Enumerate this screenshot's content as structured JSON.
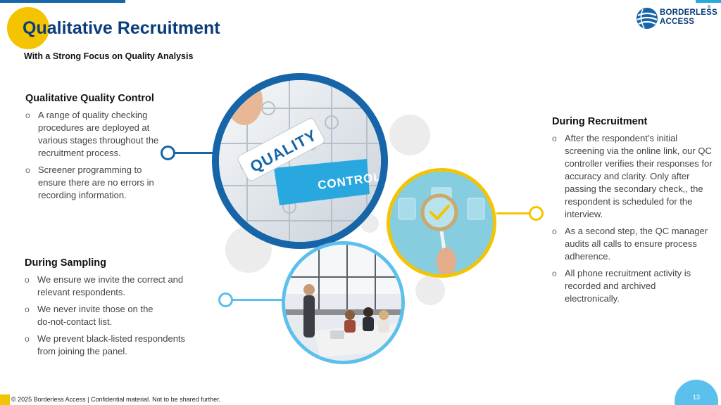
{
  "header": {
    "title": "Qualitative Recruitment",
    "subtitle": "With a Strong Focus on Quality Analysis"
  },
  "logo": {
    "line1": "BORDERLESS",
    "line2": "ACCESS",
    "mark": "®"
  },
  "images": {
    "puzzle_word1": "QUALITY",
    "puzzle_word2": "CONTROL"
  },
  "quality_control": {
    "heading": "Qualitative Quality Control",
    "items": [
      "A range of quality checking procedures are deployed at various stages throughout the recruitment process.",
      "Screener programming to ensure there are no errors in recording information."
    ]
  },
  "during_sampling": {
    "heading": "During Sampling",
    "items": [
      "We ensure we invite the correct and relevant respondents.",
      "We never invite those on the do-not-contact list.",
      "We prevent black-listed respondents from joining the panel."
    ]
  },
  "during_recruitment": {
    "heading": "During Recruitment",
    "items": [
      "After the respondent’s initial screening via the online link, our QC controller verifies their responses for accuracy and clarity. Only after passing the secondary check,, the respondent is scheduled for the interview.",
      "As a second step, the QC manager audits all calls to ensure process adherence.",
      "All phone recruitment activity is recorded and archived electronically."
    ]
  },
  "footer": {
    "text": "© 2025 Borderless Access | Confidential material. Not to be shared further.",
    "page_number": "13"
  },
  "colors": {
    "navy": "#0a3d7a",
    "blue": "#1565a8",
    "yellow": "#f5c400",
    "light_blue": "#5bc0ec"
  }
}
